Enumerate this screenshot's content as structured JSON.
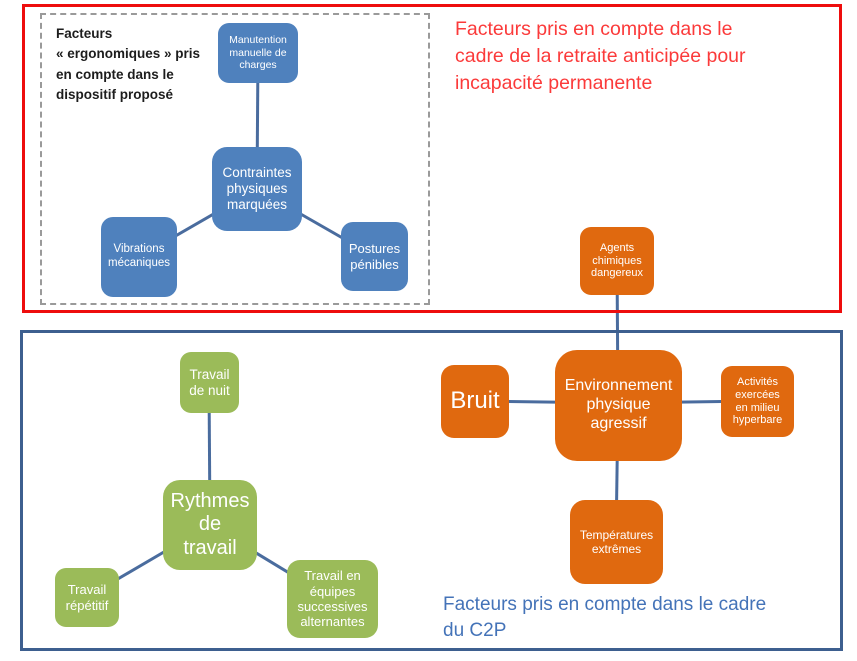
{
  "diagram": {
    "red_frame_title": "Facteurs pris en compte dans le\ncadre de la retraite anticipée pour\nincapacité permanente",
    "blue_frame_title": "Facteurs pris en compte dans le cadre\ndu C2P",
    "dashed_frame_label": "Facteurs\n« ergonomiques » pris\nen compte dans le\ndispositif proposé"
  },
  "colors": {
    "blue_node_fill": "#4f81bd",
    "green_node_fill": "#9bbb59",
    "orange_node_fill": "#e0690f",
    "connector": "#4a6c9e",
    "red_frame_border": "#ee0d0d",
    "red_title_text": "#fb3a3a",
    "blue_frame_border": "#3d5f8f",
    "blue_title_text": "#4473b8",
    "dashed_frame_border": "#9a9a9a",
    "node_text": "#ffffff"
  },
  "nodes": {
    "manutention": {
      "label": "Manutention\nmanuelle de\ncharges",
      "color": "blue"
    },
    "contraintes": {
      "label": "Contraintes\nphysiques\nmarquées",
      "color": "blue"
    },
    "vibrations": {
      "label": "Vibrations\nmécaniques",
      "color": "blue"
    },
    "postures": {
      "label": "Postures\npénibles",
      "color": "blue"
    },
    "agents": {
      "label": "Agents\nchimiques\ndangereux",
      "color": "orange"
    },
    "environnement": {
      "label": "Environnement\nphysique\nagressif",
      "color": "orange"
    },
    "bruit": {
      "label": "Bruit",
      "color": "orange"
    },
    "activites": {
      "label": "Activités\nexercées\nen milieu\nhyperbare",
      "color": "orange"
    },
    "temperatures": {
      "label": "Températures\nextrêmes",
      "color": "orange"
    },
    "travail_nuit": {
      "label": "Travail\nde nuit",
      "color": "green"
    },
    "rythmes": {
      "label": "Rythmes\nde\ntravail",
      "color": "green"
    },
    "travail_repetitif": {
      "label": "Travail\nrépétitif",
      "color": "green"
    },
    "travail_equipes": {
      "label": "Travail en\néquipes\nsuccessives\nalternantes",
      "color": "green"
    }
  }
}
